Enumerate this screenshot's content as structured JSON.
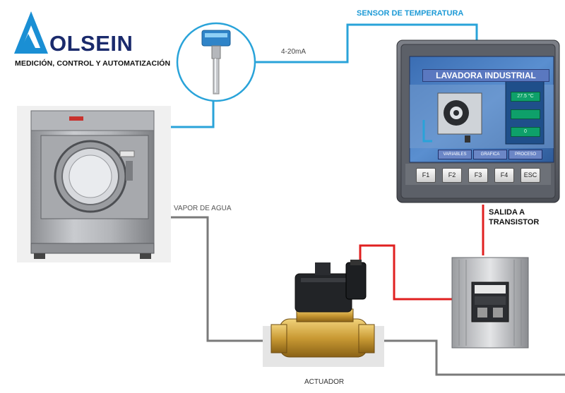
{
  "logo": {
    "word": "OLSEIN",
    "tagline": "MEDICIÓN, CONTROL Y AUTOMATIZACIÓN",
    "brand_color": "#1a8fd4"
  },
  "labels": {
    "sensor": "SENSOR DE TEMPERATURA",
    "signal": "4-20mA",
    "steam": "VAPOR DE AGUA",
    "output_line1": "SALIDA A",
    "output_line2": "TRANSISTOR",
    "actuator": "ACTUADOR"
  },
  "hmi": {
    "title": "LAVADORA INDUSTRIAL",
    "tabs": [
      "VARIABLES",
      "GRAFICA",
      "PROCESO"
    ],
    "fkeys": [
      "F1",
      "F2",
      "F3",
      "F4",
      "ESC"
    ],
    "side_values": [
      "27.5 °C",
      "",
      "0"
    ]
  },
  "colors": {
    "signal_wire": "#29a3d9",
    "steam_pipe": "#7a7a7a",
    "power_wire": "#e02020",
    "label_blue": "#1d9ad6"
  }
}
